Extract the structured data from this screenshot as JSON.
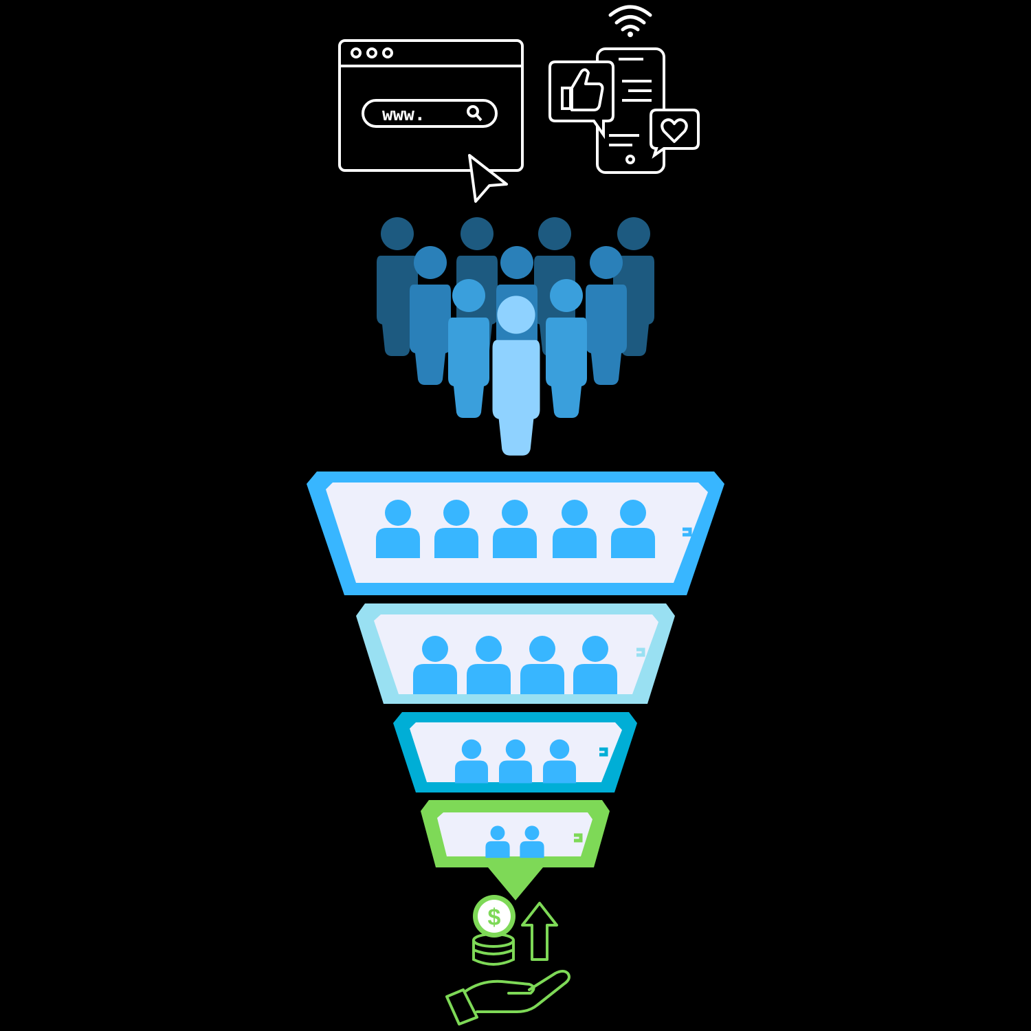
{
  "browser": {
    "url_text": "www."
  },
  "colors": {
    "background": "#000000",
    "icon_line": "#ffffff",
    "crowd_dark": "#1d5a80",
    "crowd_mid": "#2a80b9",
    "crowd_light": "#3a9fdc",
    "crowd_front": "#8fd2ff",
    "tier_fill": "#eef0fc",
    "person": "#38b6ff",
    "money": "#7ed957"
  },
  "funnel": {
    "tiers": [
      {
        "stage": 1,
        "people": 5,
        "color": "#38b6ff"
      },
      {
        "stage": 2,
        "people": 4,
        "color": "#99e0f2"
      },
      {
        "stage": 3,
        "people": 3,
        "color": "#00aed6"
      },
      {
        "stage": 4,
        "people": 2,
        "color": "#7ed957"
      }
    ]
  },
  "icons": [
    "browser-window-icon",
    "cursor-icon",
    "wifi-icon",
    "smartphone-icon",
    "thumbs-up-icon",
    "heart-icon",
    "people-crowd-icon",
    "dollar-coin-icon",
    "coin-stack-icon",
    "up-arrow-icon",
    "open-hand-icon"
  ]
}
